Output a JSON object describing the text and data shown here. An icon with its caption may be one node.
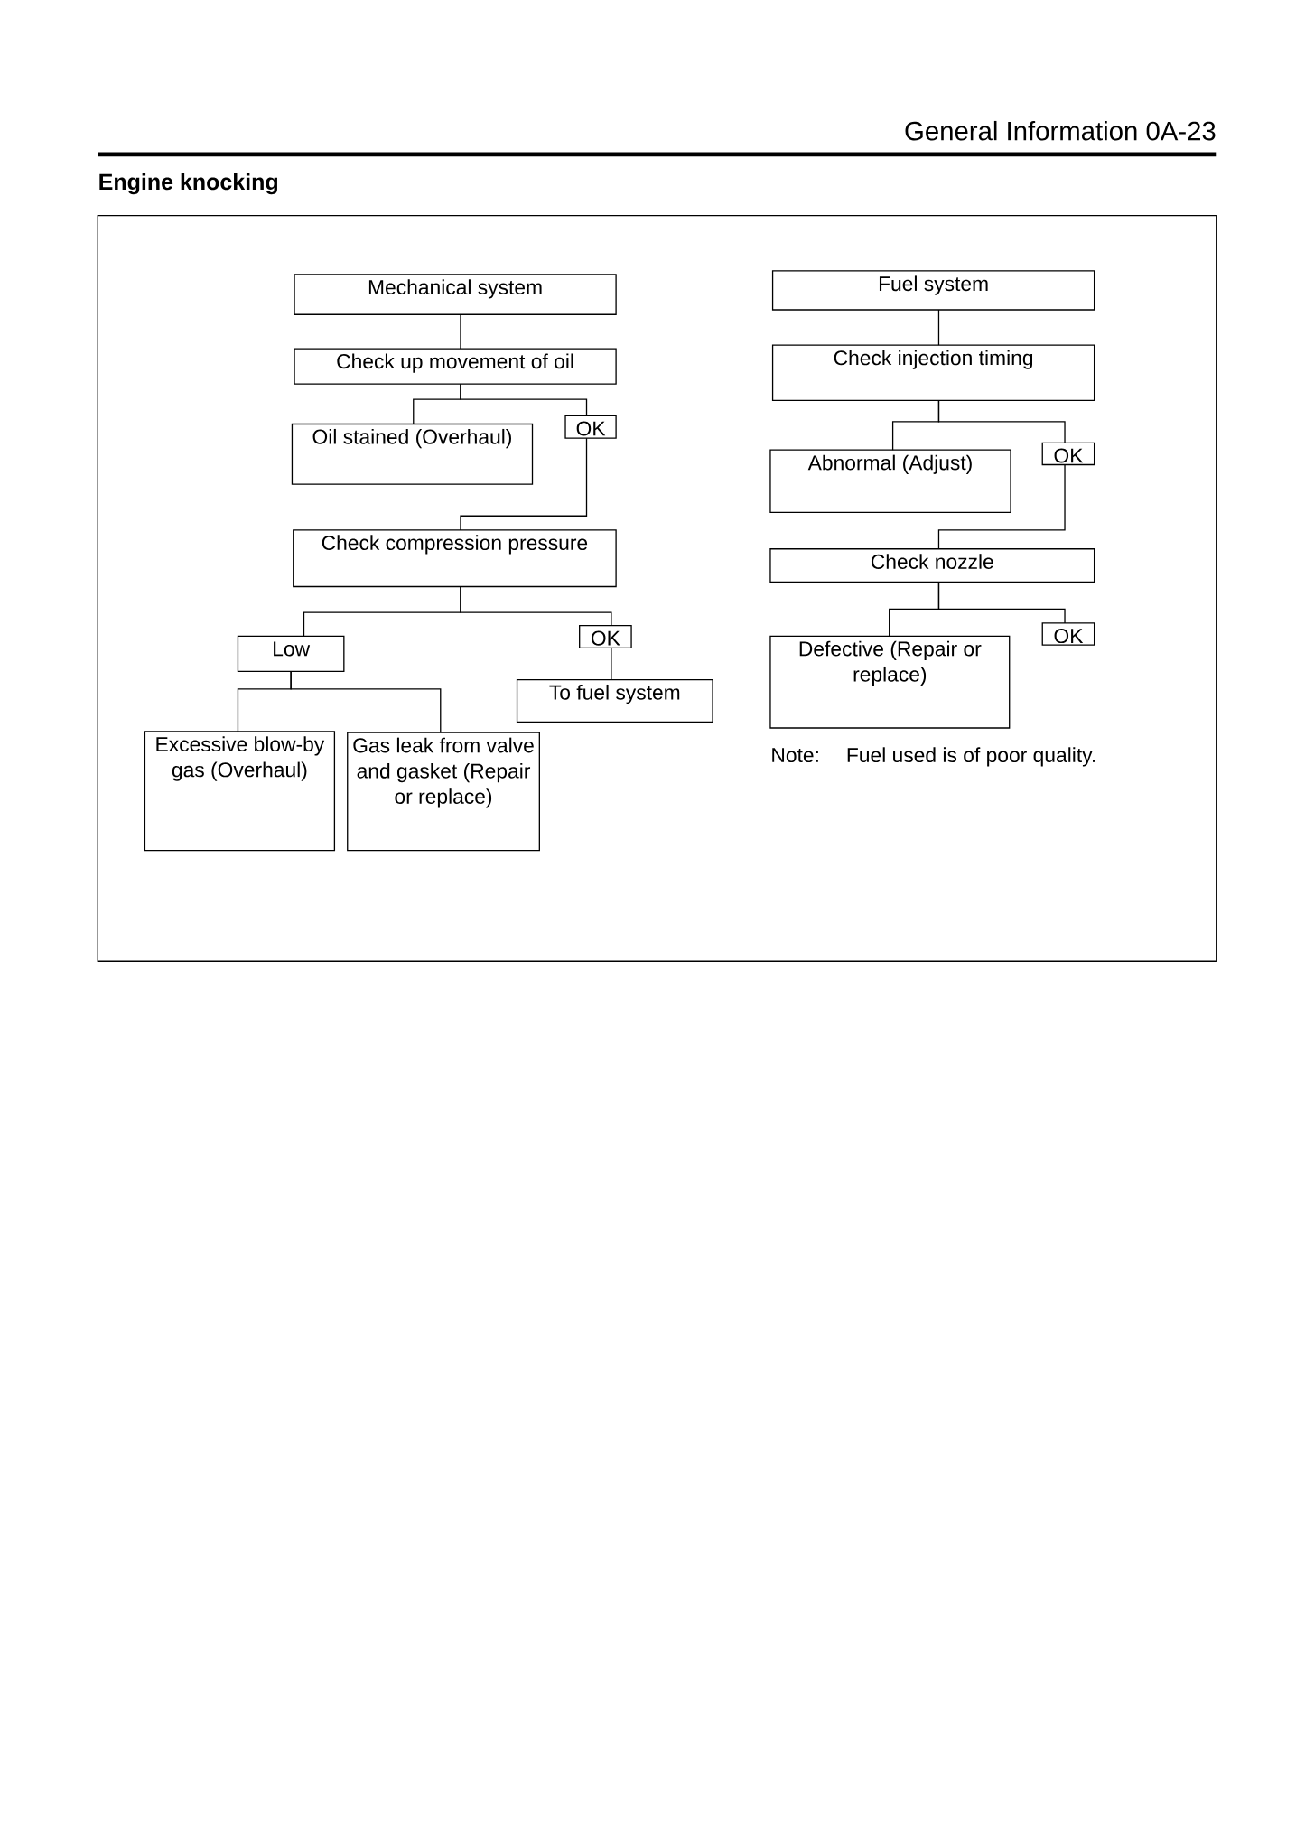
{
  "diagram": {
    "title": "Engine knocking",
    "nodes": [
      {
        "text": [
          "Mechanical system"
        ]
      },
      {
        "text": [
          "Check up movement of oil"
        ]
      },
      {
        "text": [
          "Oil stained (Overhaul)"
        ]
      },
      {
        "text": [
          "OK"
        ]
      },
      {
        "text": [
          "Check compression pressure"
        ]
      },
      {
        "text": [
          "Low"
        ]
      },
      {
        "text": [
          "OK"
        ]
      },
      {
        "text": [
          "To fuel system"
        ]
      },
      {
        "text": [
          "Excessive blow-by gas (Overhaul)"
        ]
      },
      {
        "text": [
          "Gas leak from valve and gasket (Repair or replace)"
        ]
      },
      {
        "text": [
          "Fuel system"
        ]
      },
      {
        "text": [
          "Check injection timing"
        ]
      },
      {
        "text": [
          "Abnormal (Adjust)"
        ]
      },
      {
        "text": [
          "OK"
        ]
      },
      {
        "text": [
          "Check nozzle"
        ]
      },
      {
        "text": [
          "Defective (Repair or replace)"
        ]
      },
      {
        "text": [
          "OK"
        ]
      }
    ],
    "edges": [
      {
        "from": 0,
        "to": 1,
        "arrow": "none"
      },
      {
        "from": 1,
        "to": 2,
        "arrow": "none"
      },
      {
        "from": 1,
        "to": 3,
        "arrow": "none"
      },
      {
        "from": 3,
        "to": 4,
        "arrow": "none"
      },
      {
        "from": 4,
        "to": 5,
        "arrow": "none"
      },
      {
        "from": 4,
        "to": 6,
        "arrow": "none"
      },
      {
        "from": 6,
        "to": 7,
        "arrow": "none"
      },
      {
        "from": 5,
        "to": 8,
        "arrow": "none"
      },
      {
        "from": 5,
        "to": 9,
        "arrow": "none"
      },
      {
        "from": 10,
        "to": 11,
        "arrow": "none"
      },
      {
        "from": 11,
        "to": 12,
        "arrow": "none"
      },
      {
        "from": 11,
        "to": 13,
        "arrow": "none"
      },
      {
        "from": 13,
        "to": 14,
        "arrow": "none"
      },
      {
        "from": 14,
        "to": 15,
        "arrow": "none"
      },
      {
        "from": 14,
        "to": 16,
        "arrow": "none"
      }
    ],
    "labels": [
      "General Information 0A-23",
      "Note:",
      "Fuel used is of poor quality."
    ]
  }
}
